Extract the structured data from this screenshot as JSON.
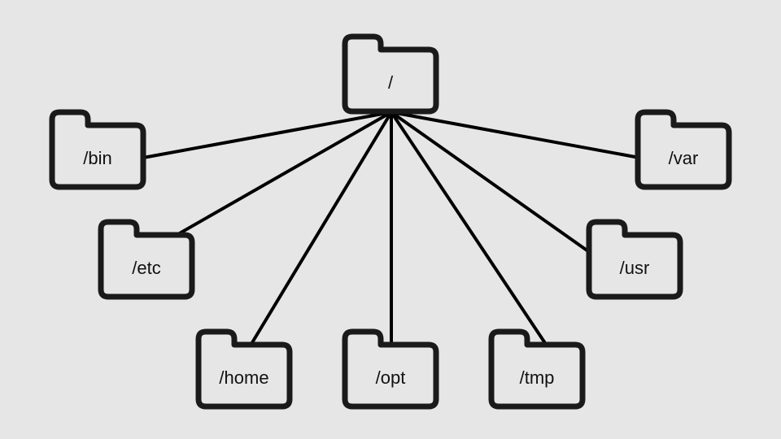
{
  "diagram": {
    "root": {
      "id": "root",
      "label": "/"
    },
    "children": [
      {
        "id": "bin",
        "label": "/bin"
      },
      {
        "id": "etc",
        "label": "/etc"
      },
      {
        "id": "home",
        "label": "/home"
      },
      {
        "id": "opt",
        "label": "/opt"
      },
      {
        "id": "tmp",
        "label": "/tmp"
      },
      {
        "id": "usr",
        "label": "/usr"
      },
      {
        "id": "var",
        "label": "/var"
      }
    ],
    "colors": {
      "background": "#e6e6e6",
      "folder_outline": "#1a1a1a",
      "connector": "#000000",
      "text": "#111111"
    },
    "icon": "folder-icon"
  }
}
